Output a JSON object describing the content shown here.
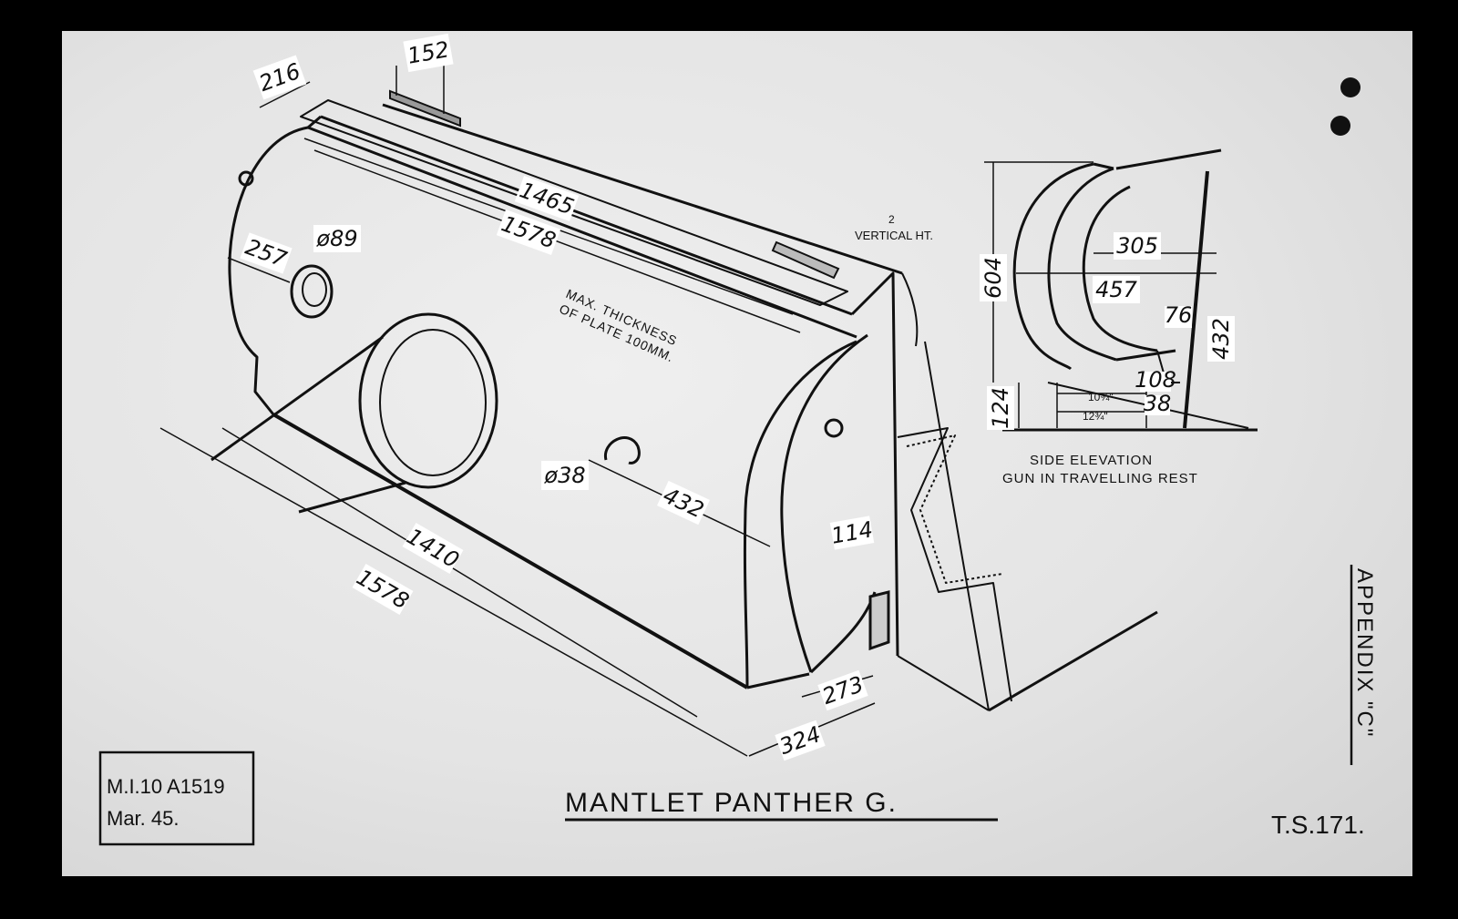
{
  "drawing": {
    "title": "MANTLET PANTHER G.",
    "reference_box": {
      "line1": "M.I.10 A1519",
      "line2": "Mar. 45."
    },
    "sheet_number": "T.S.171.",
    "appendix": "APPENDIX \"C\"",
    "side_elevation_caption": {
      "line1": "SIDE ELEVATION",
      "line2": "GUN IN TRAVELLING REST"
    },
    "plate_note": {
      "line1": "MAX. THICKNESS",
      "line2": "OF PLATE 100MM."
    },
    "vertical_note": {
      "line1": "2",
      "line2": "VERTICAL HT."
    }
  },
  "dimensions": {
    "d216": "216",
    "d152": "152",
    "d1465": "1465",
    "d1578_top": "1578",
    "d257": "257",
    "d89": "ø89",
    "d38_hole": "ø38",
    "d432": "432",
    "d114": "114",
    "d1410": "1410",
    "d1578_bottom": "1578",
    "d273": "273",
    "d324": "324",
    "d604": "604",
    "d305": "305",
    "d457": "457",
    "d76": "76",
    "d432_side": "432",
    "d124": "124",
    "d108": "108",
    "d38_side": "38",
    "d10_3_4": "10¾\"",
    "d12_3_4": "12¾\""
  }
}
